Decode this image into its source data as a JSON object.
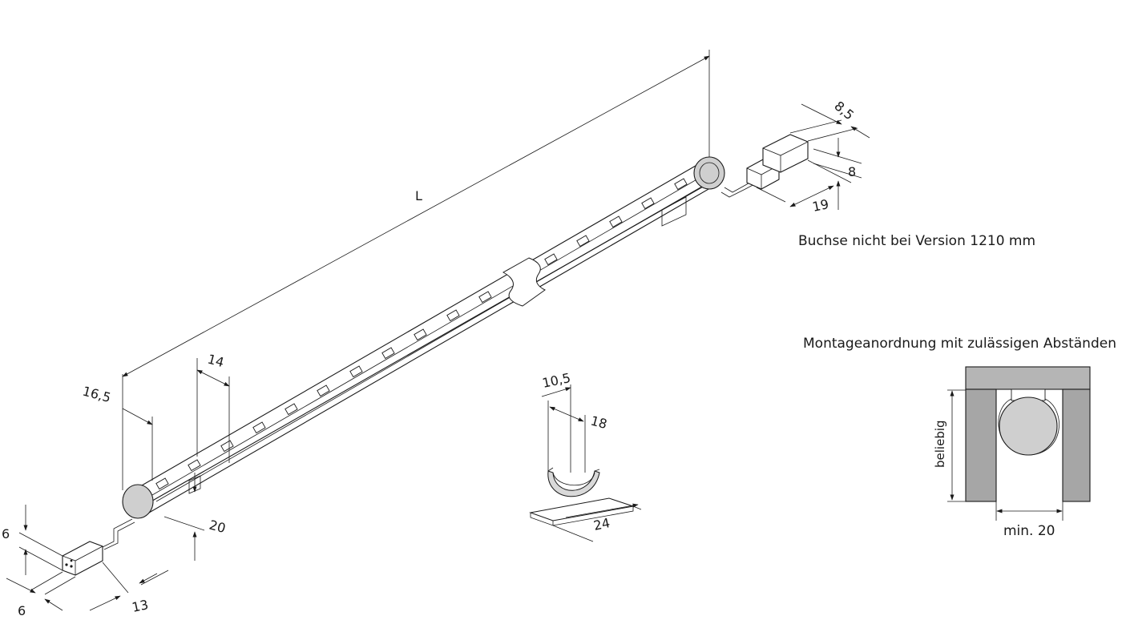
{
  "dimensions": {
    "length": "L",
    "end_cap_offset": "16,5",
    "led_pitch": "14",
    "diameter": "20",
    "plug_height": "6",
    "plug_width": "6",
    "plug_length": "13",
    "socket_width": "8,5",
    "socket_height": "8",
    "socket_length": "19",
    "clip_inner": "10,5",
    "clip_outer": "18",
    "clip_base": "24"
  },
  "notes": {
    "socket_note": "Buchse nicht bei Version 1210 mm",
    "mounting_title": "Montageanordnung mit zulässigen Abständen",
    "mounting_side": "beliebig",
    "mounting_min": "min. 20"
  },
  "colors": {
    "line": "#1a1a1a",
    "cap_fill": "#cfcfcf",
    "wall_fill": "#a6a6a6",
    "top_fill": "#b5b5b5",
    "clip_fill": "#d9d9d9"
  }
}
